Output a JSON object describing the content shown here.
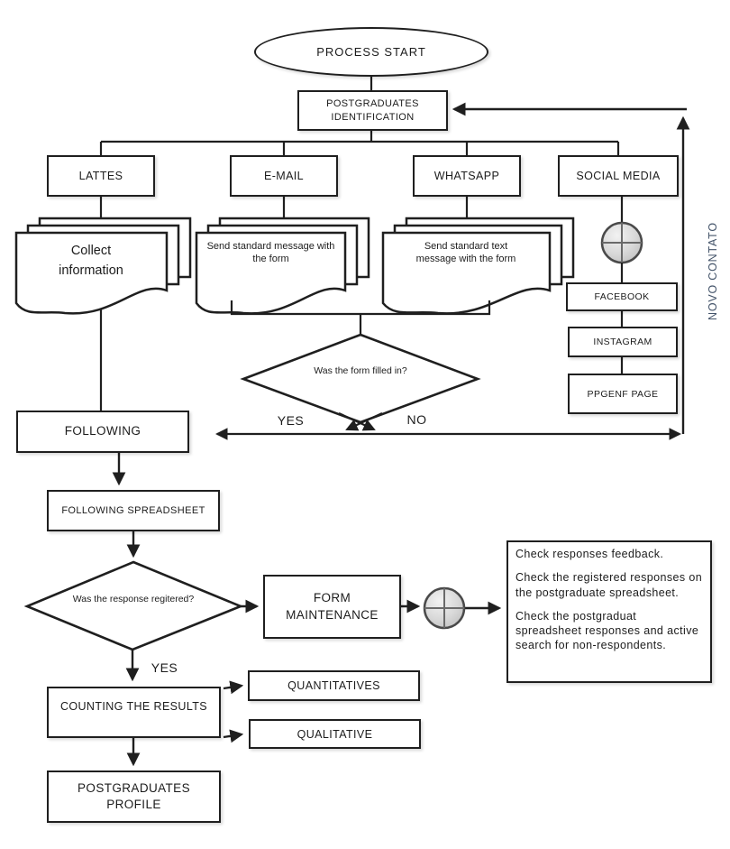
{
  "flowchart": {
    "start": "PROCESS START",
    "identification": "POSTGRADUATES IDENTIFICATION",
    "channels": {
      "lattes": "LATTES",
      "email": "E-MAIL",
      "whatsapp": "WHATSAPP",
      "social_media": "SOCIAL MEDIA"
    },
    "documents": {
      "collect": "Collect information",
      "email_msg": "Send standard message with the form",
      "whatsapp_msg": "Send standard text message with the form"
    },
    "social_pages": {
      "facebook": "FACEBOOK",
      "instagram": "INSTAGRAM",
      "ppgenf": "PPGENF PAGE"
    },
    "decision_form": "Was the form filled in?",
    "decision_response": "Was the response regitered?",
    "following": "FOLLOWING",
    "following_spreadsheet": "FOLLOWING SPREADSHEET",
    "form_maintenance": "FORM MAINTENANCE",
    "counting_results": "COUNTING THE RESULTS",
    "quantitatives": "QUANTITATIVES",
    "qualitative": "QUALITATIVE",
    "postgraduates_profile": "POSTGRADUATES PROFILE",
    "branch_labels": {
      "form_yes": "YES",
      "form_no": "NO",
      "response_yes": "YES"
    },
    "side_label": "NOVO CONTATO",
    "notes": {
      "p1": "Check responses feedback.",
      "p2": "Check the registered responses on the postgraduate spreadsheet.",
      "p3": "Check the postgraduat spreadsheet responses and active search for non-respondents."
    },
    "colors": {
      "line": "#1f1f1f",
      "connector_fill": "#d9d9d9",
      "side_label_color": "#44546a"
    }
  }
}
